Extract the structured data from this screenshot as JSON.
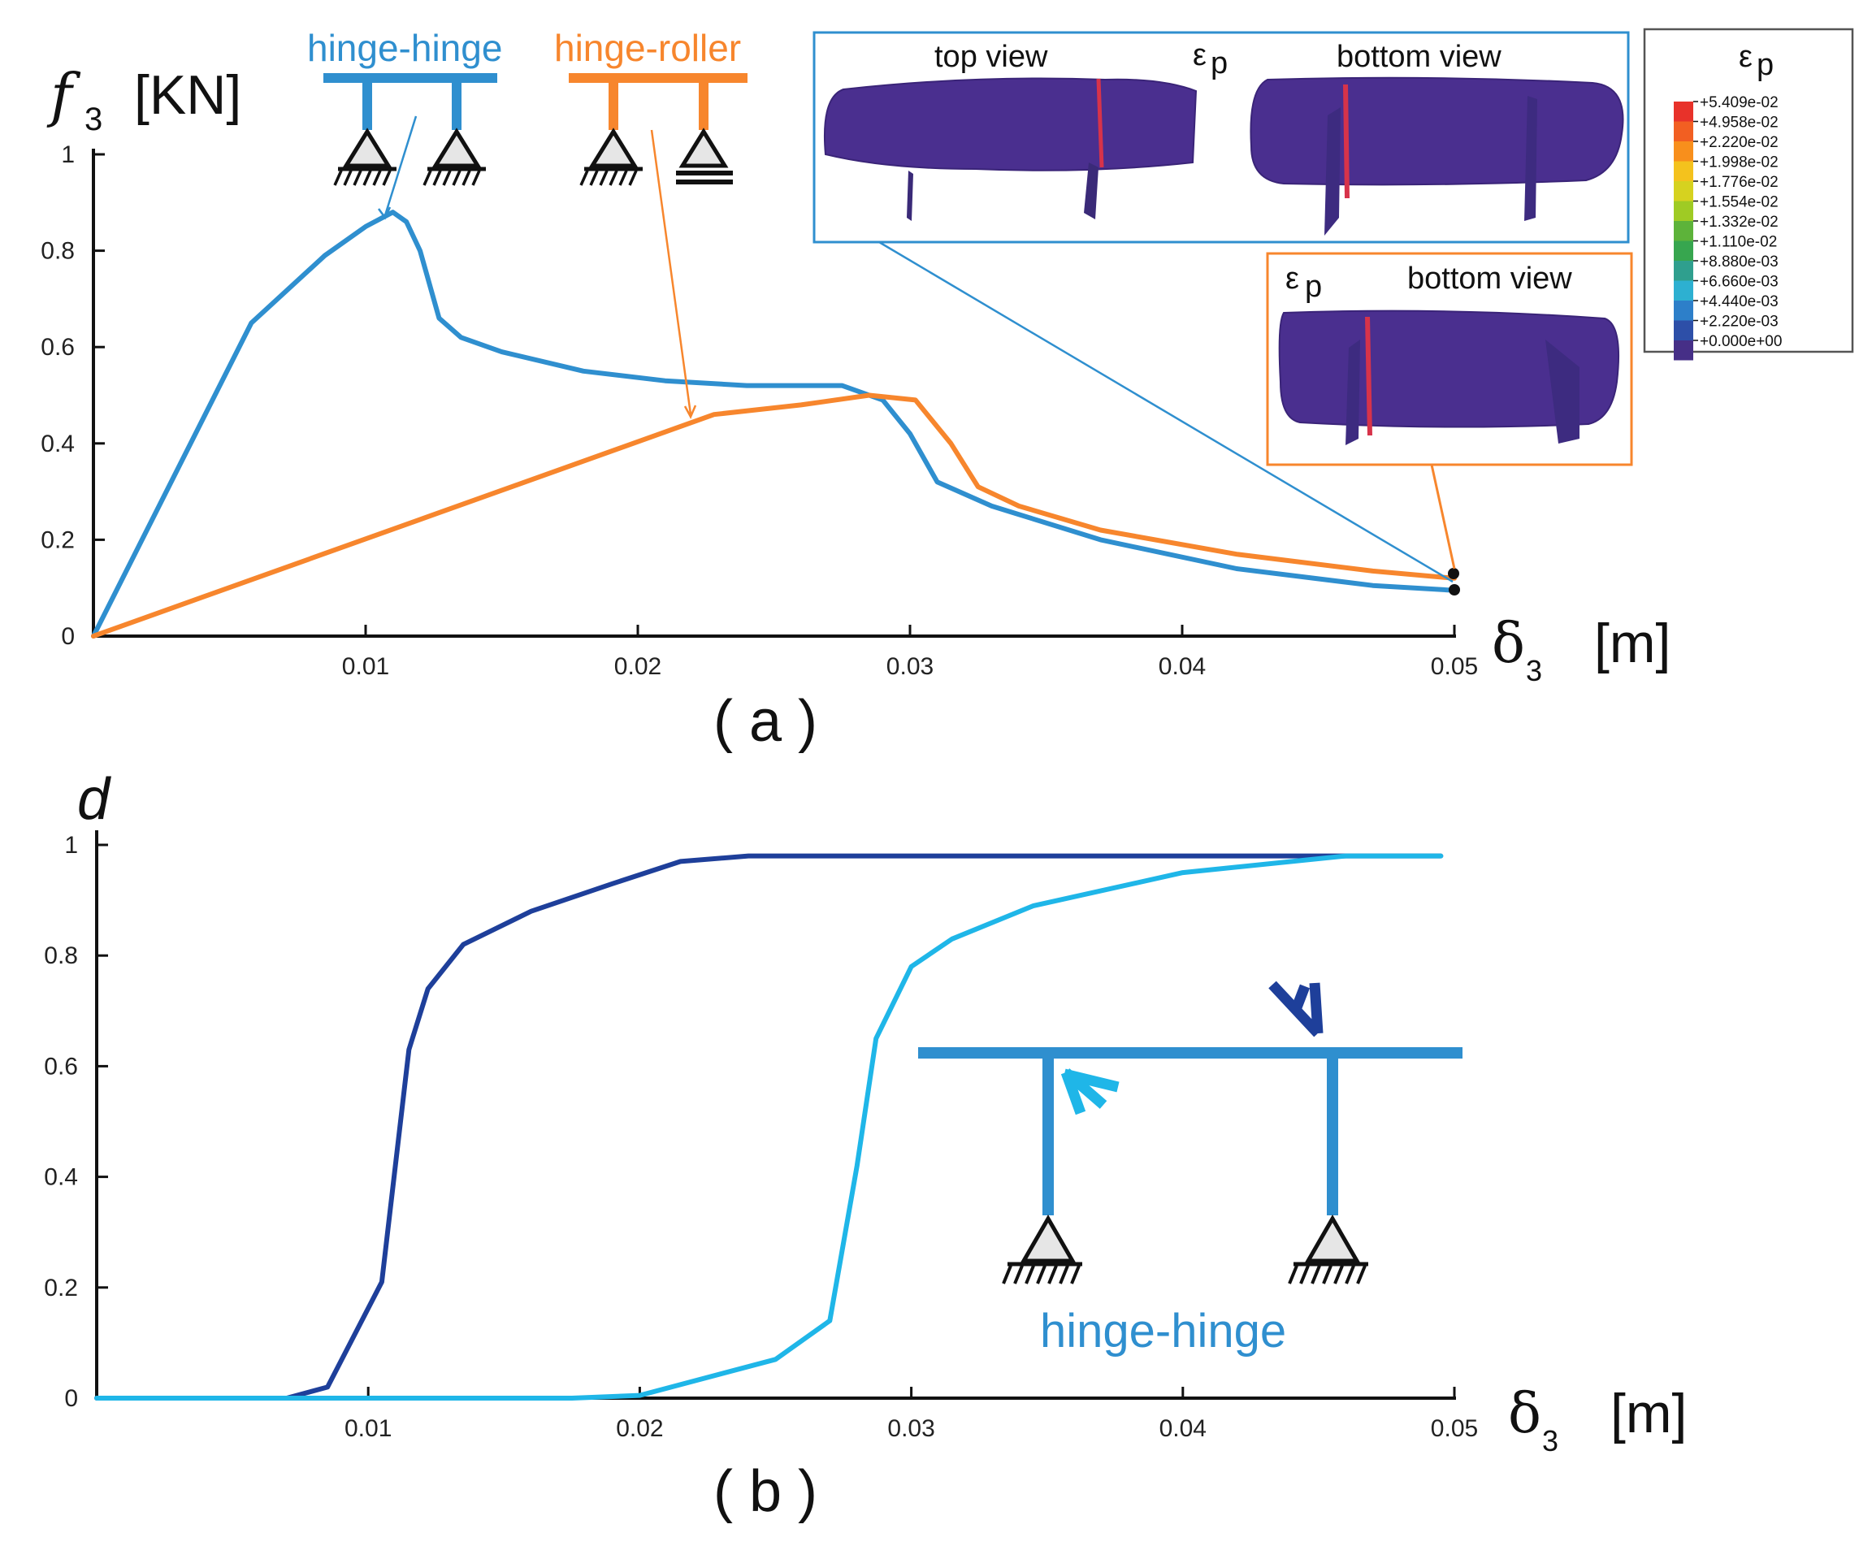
{
  "chart_data": [
    {
      "type": "line",
      "panel_label": "( a )",
      "ylabel": "f3 [KN]",
      "ylabel_symbol": "f",
      "ylabel_sub": "3",
      "ylabel_unit": "[KN]",
      "xlabel_symbol": "δ",
      "xlabel_sub": "3",
      "xlabel_unit": "[m]",
      "xlim": [
        0,
        0.05
      ],
      "ylim": [
        0,
        1
      ],
      "x_ticks": [
        "0.01",
        "0.02",
        "0.03",
        "0.04",
        "0.05"
      ],
      "y_ticks": [
        "0",
        "0.2",
        "0.4",
        "0.6",
        "0.8",
        "1"
      ],
      "series": [
        {
          "name": "hinge-hinge",
          "color": "#2f8fcf",
          "points": [
            [
              0,
              0
            ],
            [
              0.0058,
              0.65
            ],
            [
              0.0085,
              0.79
            ],
            [
              0.01,
              0.85
            ],
            [
              0.011,
              0.88
            ],
            [
              0.0115,
              0.86
            ],
            [
              0.012,
              0.8
            ],
            [
              0.0127,
              0.66
            ],
            [
              0.0135,
              0.62
            ],
            [
              0.015,
              0.59
            ],
            [
              0.018,
              0.55
            ],
            [
              0.021,
              0.53
            ],
            [
              0.024,
              0.52
            ],
            [
              0.0275,
              0.52
            ],
            [
              0.029,
              0.49
            ],
            [
              0.03,
              0.42
            ],
            [
              0.031,
              0.32
            ],
            [
              0.033,
              0.27
            ],
            [
              0.037,
              0.2
            ],
            [
              0.042,
              0.14
            ],
            [
              0.047,
              0.105
            ],
            [
              0.05,
              0.095
            ]
          ]
        },
        {
          "name": "hinge-roller",
          "color": "#f7862d",
          "points": [
            [
              0,
              0
            ],
            [
              0.0228,
              0.46
            ],
            [
              0.026,
              0.48
            ],
            [
              0.0285,
              0.5
            ],
            [
              0.0302,
              0.49
            ],
            [
              0.0315,
              0.4
            ],
            [
              0.0325,
              0.31
            ],
            [
              0.034,
              0.27
            ],
            [
              0.037,
              0.22
            ],
            [
              0.042,
              0.17
            ],
            [
              0.047,
              0.135
            ],
            [
              0.05,
              0.12
            ]
          ]
        }
      ],
      "annotations": {
        "inset_top_view": "top view",
        "inset_bottom_view": "bottom view",
        "inset2_bottom_view": "bottom view",
        "eps": "ε",
        "eps_sub": "p"
      },
      "colorbar": {
        "title": "ε",
        "title_sub": "p",
        "labels": [
          "+5.409e-02",
          "+4.958e-02",
          "+2.220e-02",
          "+1.998e-02",
          "+1.776e-02",
          "+1.554e-02",
          "+1.332e-02",
          "+1.110e-02",
          "+8.880e-03",
          "+6.660e-03",
          "+4.440e-03",
          "+2.220e-03",
          "+0.000e+00"
        ],
        "colors": [
          "#e8322a",
          "#f25f22",
          "#f88f1c",
          "#f4c21d",
          "#d6d21f",
          "#9fcb24",
          "#5db33a",
          "#37a64f",
          "#2f9f8e",
          "#2db0d1",
          "#2d7fc9",
          "#2d4fa8",
          "#462f87"
        ]
      }
    },
    {
      "type": "line",
      "panel_label": "( b )",
      "ylabel": "d",
      "xlabel_symbol": "δ",
      "xlabel_sub": "3",
      "xlabel_unit": "[m]",
      "xlim": [
        0,
        0.05
      ],
      "ylim": [
        0,
        1
      ],
      "x_ticks": [
        "0.01",
        "0.02",
        "0.03",
        "0.04",
        "0.05"
      ],
      "y_ticks": [
        "0",
        "0.2",
        "0.4",
        "0.6",
        "0.8",
        "1"
      ],
      "series": [
        {
          "color": "#1e3f9a",
          "points": [
            [
              0,
              0
            ],
            [
              0.007,
              0
            ],
            [
              0.0085,
              0.02
            ],
            [
              0.0105,
              0.21
            ],
            [
              0.0115,
              0.63
            ],
            [
              0.0122,
              0.74
            ],
            [
              0.0135,
              0.82
            ],
            [
              0.016,
              0.88
            ],
            [
              0.019,
              0.93
            ],
            [
              0.0215,
              0.97
            ],
            [
              0.024,
              0.98
            ],
            [
              0.0495,
              0.98
            ]
          ]
        },
        {
          "color": "#1fb6e8",
          "points": [
            [
              0,
              0
            ],
            [
              0.0175,
              0
            ],
            [
              0.02,
              0.005
            ],
            [
              0.025,
              0.07
            ],
            [
              0.027,
              0.14
            ],
            [
              0.028,
              0.42
            ],
            [
              0.0287,
              0.65
            ],
            [
              0.03,
              0.78
            ],
            [
              0.0315,
              0.83
            ],
            [
              0.0345,
              0.89
            ],
            [
              0.04,
              0.95
            ],
            [
              0.046,
              0.98
            ],
            [
              0.0495,
              0.98
            ]
          ]
        }
      ],
      "annotations": {
        "schematic_label": "hinge-hinge"
      }
    }
  ]
}
